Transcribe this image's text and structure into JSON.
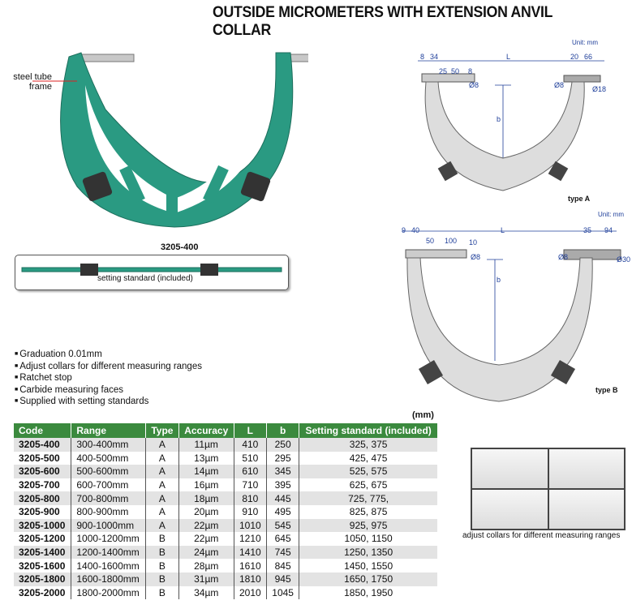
{
  "title": "OUTSIDE MICROMETERS WITH EXTENSION ANVIL COLLAR",
  "frame_label": "steel tube frame",
  "model": "3205-400",
  "setting_standard_caption": "setting standard (included)",
  "features": [
    "Graduation 0.01mm",
    "Adjust collars for different measuring ranges",
    "Ratchet stop",
    "Carbide measuring faces",
    "Supplied with setting standards"
  ],
  "table_unit": "(mm)",
  "table": {
    "headers": [
      "Code",
      "Range",
      "Type",
      "Accuracy",
      "L",
      "b",
      "Setting standard (included)"
    ],
    "rows": [
      [
        "3205-400",
        "300-400mm",
        "A",
        "11µm",
        "410",
        "250",
        "325, 375"
      ],
      [
        "3205-500",
        "400-500mm",
        "A",
        "13µm",
        "510",
        "295",
        "425, 475"
      ],
      [
        "3205-600",
        "500-600mm",
        "A",
        "14µm",
        "610",
        "345",
        "525, 575"
      ],
      [
        "3205-700",
        "600-700mm",
        "A",
        "16µm",
        "710",
        "395",
        "625, 675"
      ],
      [
        "3205-800",
        "700-800mm",
        "A",
        "18µm",
        "810",
        "445",
        "725, 775,"
      ],
      [
        "3205-900",
        "800-900mm",
        "A",
        "20µm",
        "910",
        "495",
        "825, 875"
      ],
      [
        "3205-1000",
        "900-1000mm",
        "A",
        "22µm",
        "1010",
        "545",
        "925, 975"
      ],
      [
        "3205-1200",
        "1000-1200mm",
        "B",
        "22µm",
        "1210",
        "645",
        "1050, 1150"
      ],
      [
        "3205-1400",
        "1200-1400mm",
        "B",
        "24µm",
        "1410",
        "745",
        "1250, 1350"
      ],
      [
        "3205-1600",
        "1400-1600mm",
        "B",
        "28µm",
        "1610",
        "845",
        "1450, 1550"
      ],
      [
        "3205-1800",
        "1600-1800mm",
        "B",
        "31µm",
        "1810",
        "945",
        "1650, 1750"
      ],
      [
        "3205-2000",
        "1800-2000mm",
        "B",
        "34µm",
        "2010",
        "1045",
        "1850, 1950"
      ]
    ]
  },
  "typeA": {
    "unit": "Unit: mm",
    "dims": [
      "8",
      "34",
      "L",
      "20",
      "66",
      "25",
      "50",
      "8",
      "Ø8",
      "Ø8",
      "Ø18",
      "b"
    ],
    "label": "type A"
  },
  "typeB": {
    "unit": "Unit: mm",
    "dims": [
      "9",
      "40",
      "L",
      "35",
      "94",
      "50",
      "100",
      "10",
      "Ø8",
      "Ø8",
      "Ø30",
      "b"
    ],
    "label": "type B"
  },
  "photo_caption": "adjust collars for different measuring ranges",
  "colors": {
    "frame_green": "#2a9a82",
    "header_green": "#3b8a3e",
    "dim_blue": "#1f3f9a"
  }
}
